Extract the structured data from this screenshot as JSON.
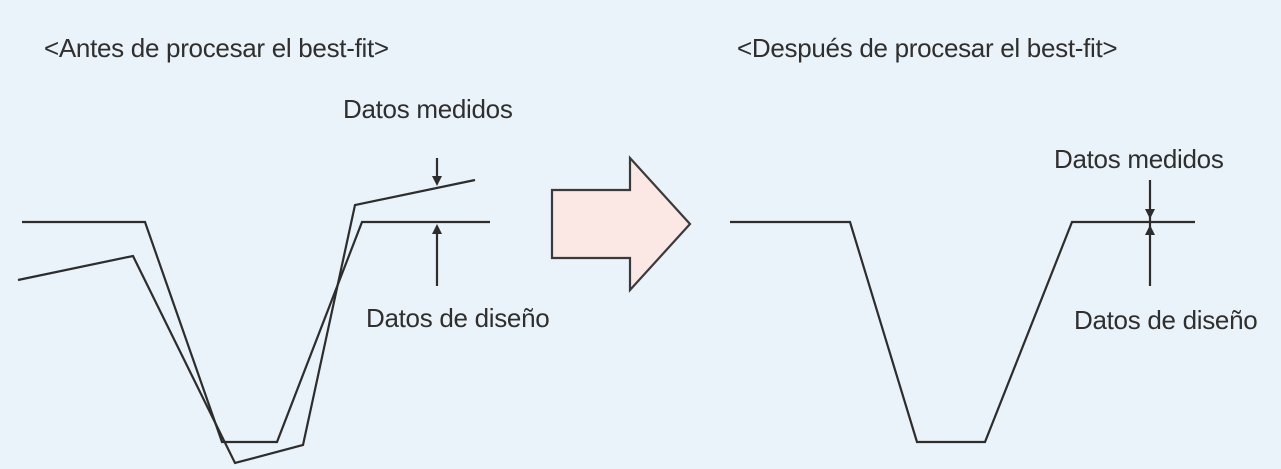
{
  "before": {
    "heading": "<Antes de procesar el best-fit>",
    "measured_label": "Datos medidos",
    "design_label": "Datos de diseño"
  },
  "after": {
    "heading": "<Después de procesar el best-fit>",
    "measured_label": "Datos medidos",
    "design_label": "Datos de diseño"
  },
  "colors": {
    "background": "#eaf3f9",
    "lines": "#2d2d2d",
    "transition_arrow_fill": "#fbe8e4"
  },
  "icons": {
    "transition": "right-arrow-icon"
  }
}
